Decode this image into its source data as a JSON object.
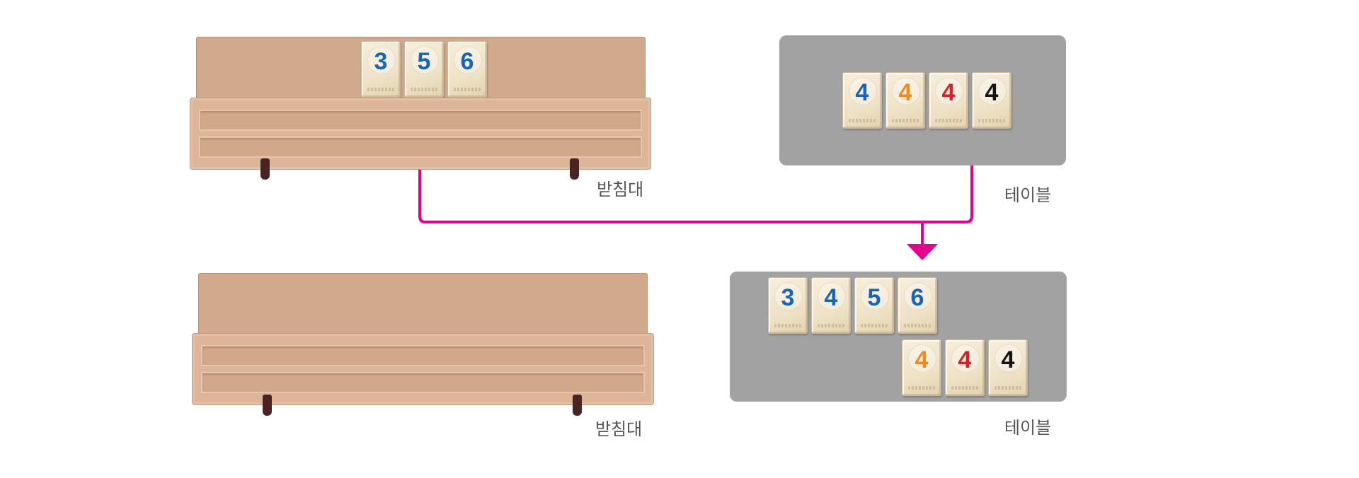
{
  "colors": {
    "blue": "#1565b8",
    "orange": "#ee8a22",
    "red": "#d92028",
    "black": "#141414",
    "arrow": "#e5008f"
  },
  "labels": {
    "rack": "받침대",
    "table": "테이블"
  },
  "before": {
    "rack_tiles": [
      {
        "number": "3",
        "color": "blue"
      },
      {
        "number": "5",
        "color": "blue"
      },
      {
        "number": "6",
        "color": "blue"
      }
    ],
    "table_tiles": [
      {
        "number": "4",
        "color": "blue"
      },
      {
        "number": "4",
        "color": "orange"
      },
      {
        "number": "4",
        "color": "red"
      },
      {
        "number": "4",
        "color": "black"
      }
    ]
  },
  "after": {
    "table_row1": [
      {
        "number": "3",
        "color": "blue"
      },
      {
        "number": "4",
        "color": "blue"
      },
      {
        "number": "5",
        "color": "blue"
      },
      {
        "number": "6",
        "color": "blue"
      }
    ],
    "table_row2": [
      {
        "number": "4",
        "color": "orange"
      },
      {
        "number": "4",
        "color": "red"
      },
      {
        "number": "4",
        "color": "black"
      }
    ]
  }
}
